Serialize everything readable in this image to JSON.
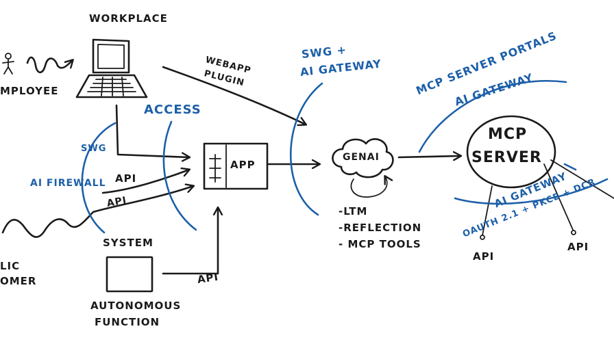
{
  "colors": {
    "ink": "#1a1a1a",
    "accent": "#1c5fa8",
    "background": "#ffffff"
  },
  "labels": {
    "workplace": "WORKPLACE",
    "employee": "MPLOYEE",
    "webapp_plugin_1": "WEBAPP",
    "webapp_plugin_2": "PLUGIN",
    "swg_gateway_1": "SWG +",
    "swg_gateway_2": "AI GATEWAY",
    "mcp_portals": "MCP SERVER PORTALS",
    "mcp_ai_gateway": "AI GATEWAY",
    "access": "ACCESS",
    "swg": "SWG",
    "app": "APP",
    "genai": "GENAI",
    "mcp_server_1": "MCP",
    "mcp_server_2": "SERVER",
    "ai_firewall": "AI FIREWALL",
    "api_top": "API",
    "api_mid": "API",
    "api_bottom": "API",
    "api_right1": "API",
    "api_right2": "API",
    "ai_gateway_lower": "AI GATEWAY",
    "oauth": "OAUTH 2.1 + PKCE + DCR",
    "ltm": "-LTM",
    "reflection": "-REFLECTION",
    "mcp_tools": "- MCP TOOLS",
    "system": "SYSTEM",
    "customer_1": "LIC",
    "customer_2": "OMER",
    "autonomous_1": "AUTONOMOUS",
    "autonomous_2": "FUNCTION"
  }
}
